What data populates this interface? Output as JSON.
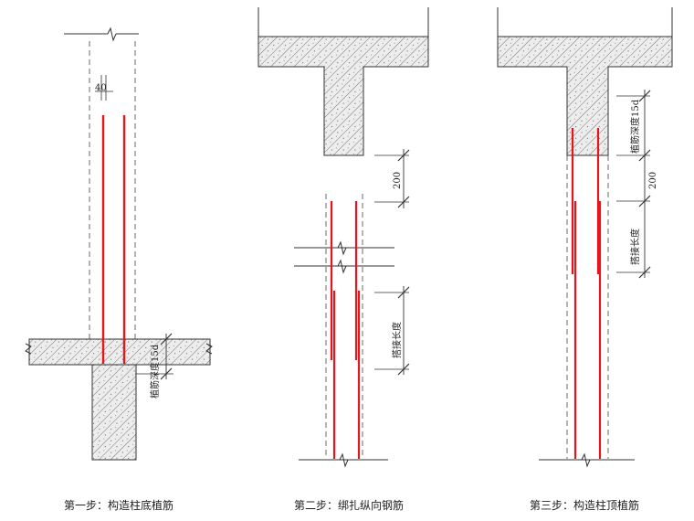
{
  "diagram": {
    "steps": [
      {
        "caption": "第一步：构造柱底植筋",
        "dim_small": "40",
        "dim_label": "植筋深度15d"
      },
      {
        "caption": "第二步：绑扎纵向钢筋",
        "dim_top": "200",
        "dim_label": "搭接长度"
      },
      {
        "caption": "第三步：构造柱顶植筋",
        "dim_label_top": "植筋深度15d",
        "dim_mid": "200",
        "dim_label_bottom": "搭接长度"
      }
    ],
    "colors": {
      "rebar": "#e8141b",
      "line": "#333333",
      "concrete_fill": "#ececec"
    }
  }
}
